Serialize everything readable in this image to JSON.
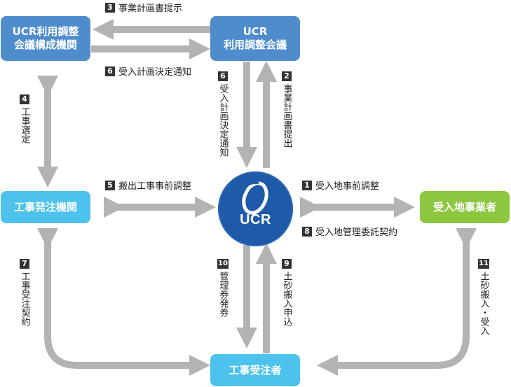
{
  "nodes": {
    "planning_org": [
      "UCR利用調整",
      "会議構成機関"
    ],
    "ucr_council": [
      "UCR",
      "利用調整会議"
    ],
    "ordering_org": "工事発注機関",
    "receiver": "受入地事業者",
    "contractor": "工事受注者",
    "center_logo": "UCR"
  },
  "steps": {
    "s1": {
      "num": "1",
      "text": "受入地事前調整"
    },
    "s2": {
      "num": "2",
      "text": "事業計画書提出"
    },
    "s3": {
      "num": "3",
      "text": "事業計画書提示"
    },
    "s4": {
      "num": "4",
      "text": "工事選定"
    },
    "s5": {
      "num": "5",
      "text": "搬出工事事前調整"
    },
    "s6a": {
      "num": "6",
      "text": "受入計画決定通知"
    },
    "s6b": {
      "num": "6",
      "text": "受入計画決定通知"
    },
    "s7": {
      "num": "7",
      "text": "工事受注契約"
    },
    "s8": {
      "num": "8",
      "text": "受入地管理委託契約"
    },
    "s9": {
      "num": "9",
      "text": "土砂搬入申込"
    },
    "s10": {
      "num": "10",
      "text": "管理券発券"
    },
    "s11": {
      "num": "11",
      "text": "土砂搬入・受入"
    }
  },
  "colors": {
    "dark_box": "#4e8ccc",
    "light_box": "#4cc2ec",
    "green_box": "#8dc63f",
    "circle": "#1f5aa8",
    "arrow": "#b3b3b3",
    "badge": "#333333"
  }
}
